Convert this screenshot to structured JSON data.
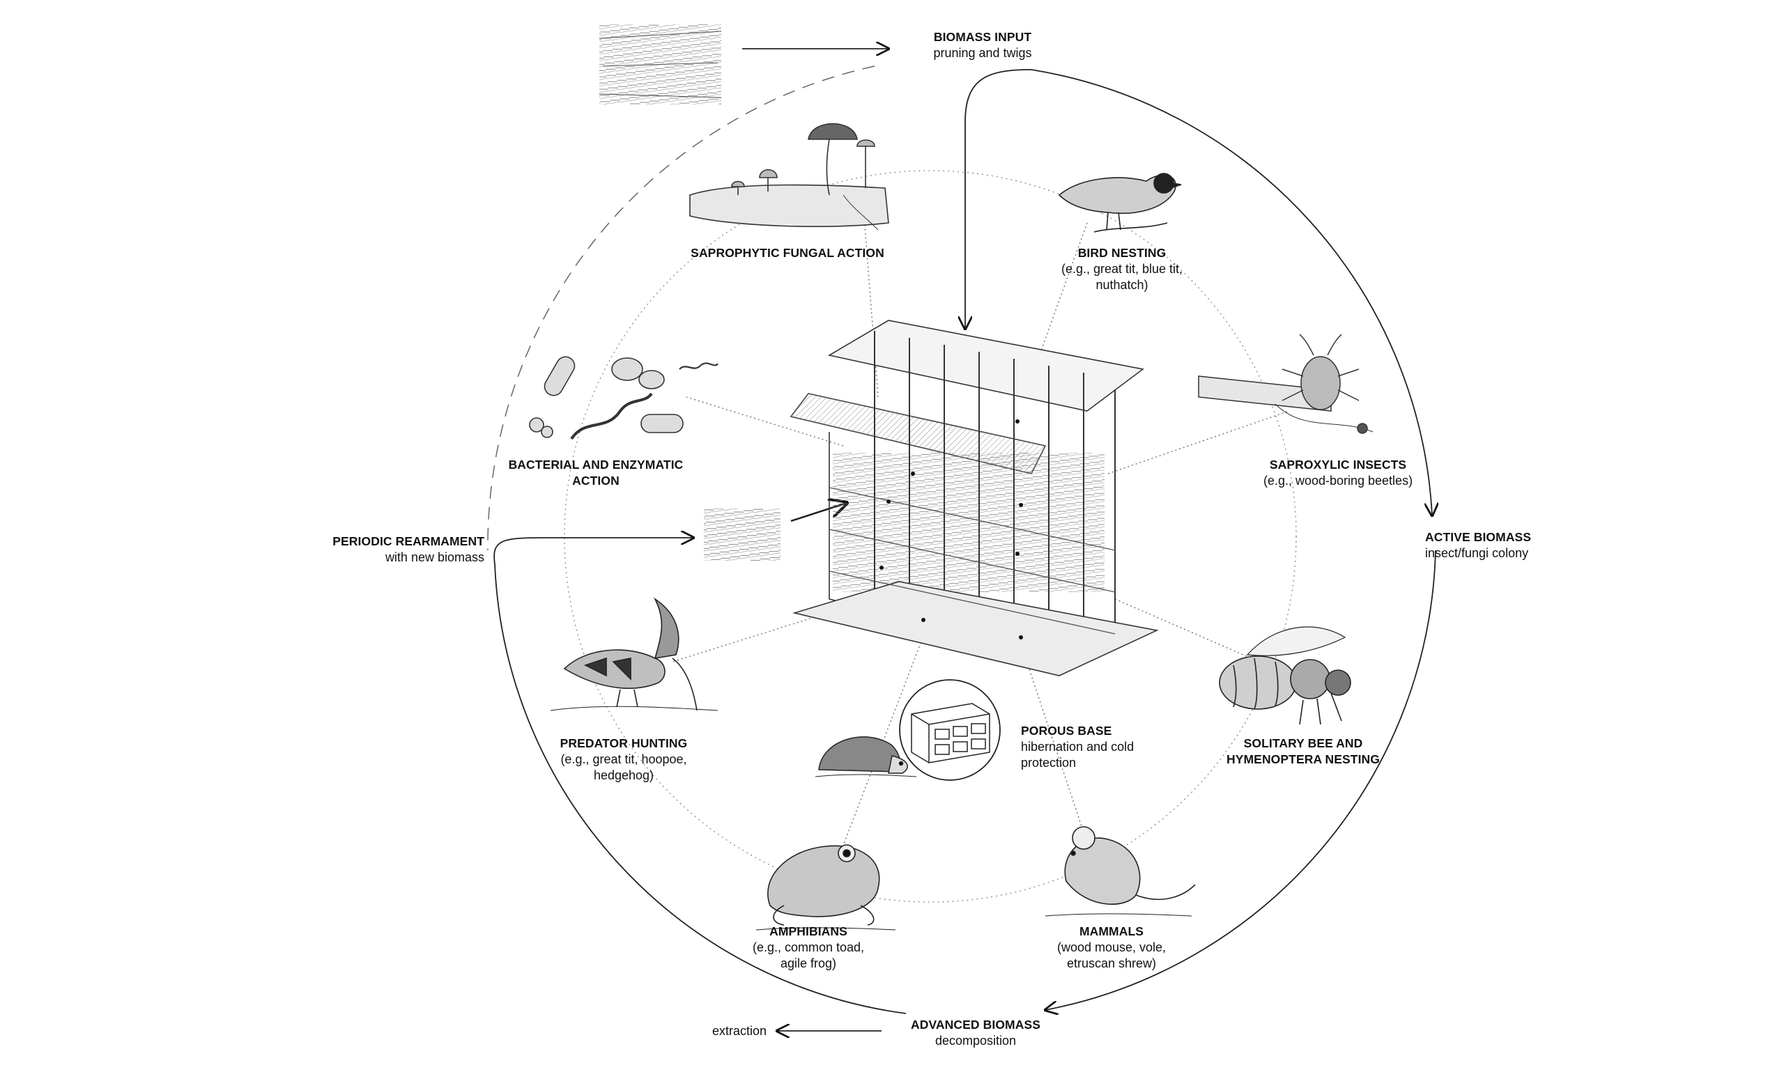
{
  "labels": {
    "biomass_input": {
      "title": "BIOMASS INPUT",
      "sub": "pruning and twigs"
    },
    "saprophytic": {
      "title": "SAPROPHYTIC FUNGAL ACTION"
    },
    "bird_nesting": {
      "title": "BIRD NESTING",
      "sub": "(e.g., great tit, blue tit, nuthatch)"
    },
    "bacterial": {
      "title": "BACTERIAL AND ENZYMATIC ACTION"
    },
    "saproxylic": {
      "title": "SAPROXYLIC INSECTS",
      "sub": "(e.g., wood-boring beetles)"
    },
    "periodic": {
      "title": "PERIODIC REARMAMENT",
      "sub": "with new biomass"
    },
    "active_biomass": {
      "title": "ACTIVE BIOMASS",
      "sub": "insect/fungi colony"
    },
    "porous_base": {
      "title": "POROUS BASE",
      "sub": "hibernation and cold protection"
    },
    "predator": {
      "title": "PREDATOR HUNTING",
      "sub": "(e.g., great tit, hoopoe, hedgehog)"
    },
    "solitary_bee": {
      "title": "SOLITARY BEE AND HYMENOPTERA NESTING"
    },
    "amphibians": {
      "title": "AMPHIBIANS",
      "sub": "(e.g., common toad, agile frog)"
    },
    "mammals": {
      "title": "MAMMALS",
      "sub": "(wood mouse, vole, etruscan shrew)"
    },
    "advanced_biomass": {
      "title": "ADVANCED BIOMASS",
      "sub": "decomposition"
    },
    "extraction": {
      "sub": "extraction"
    }
  },
  "illustrations": [
    "twig-bundle-icon",
    "mushroom-icon",
    "bird-icon",
    "bacteria-icon",
    "beetle-icon",
    "bee-icon",
    "hoopoe-icon",
    "hedgehog-icon",
    "toad-icon",
    "mouse-icon",
    "brick-icon",
    "wood-structure-icon"
  ]
}
